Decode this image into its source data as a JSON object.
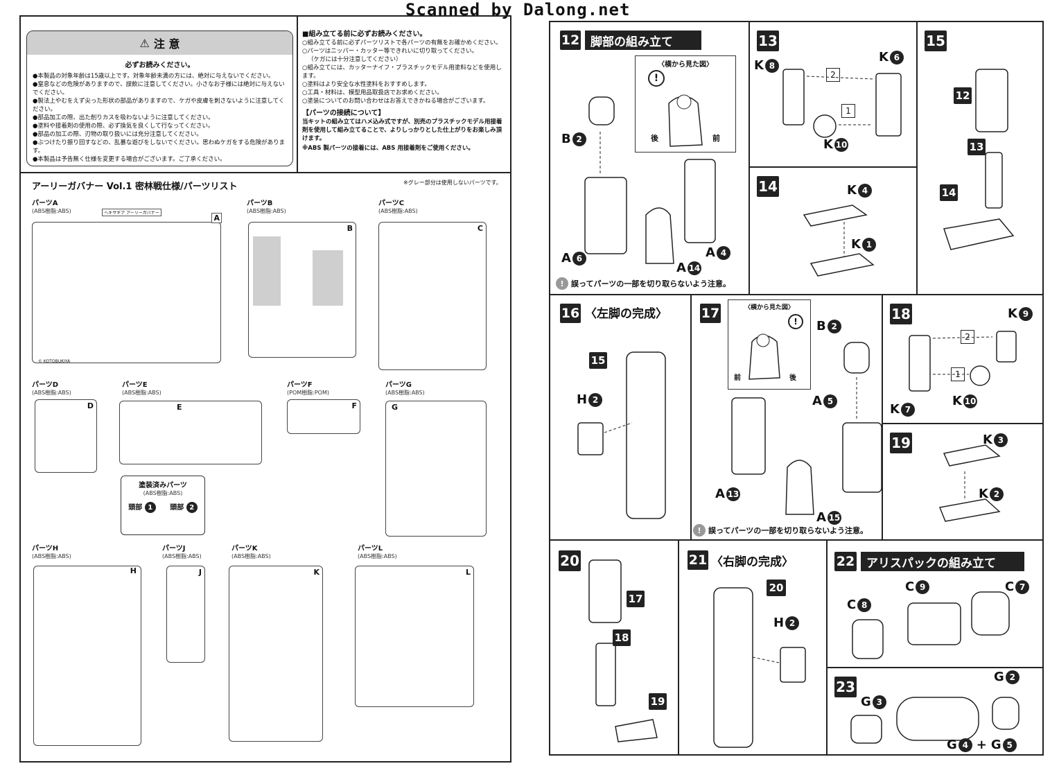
{
  "watermark": "Scanned by Dalong.net",
  "caution": {
    "header": "注 意",
    "subheader": "必ずお読みください。",
    "items": [
      "●本製品の対象年齢は15歳以上です。対象年齢未満の方には、絶対に与えないでください。",
      "●窒息などの危険がありますので、誤飲に注意してください。小さなお子様には絶対に与えないでください。",
      "●製法上やむをえず尖った形状の部品がありますので、ケガや皮膚を刺さないように注意してください。",
      "●部品加工の際、出た削りカスを吸わないように注意してください。",
      "●塗料や接着剤の使用の際、必ず換気を良くして行なってください。",
      "●部品の加工の際、刃物の取り扱いには充分注意してください。",
      "●ぶつけたり振り回すなどの、乱暴な遊びをしないでください。思わぬケガをする危険があります。",
      "●本製品は予告無く仕様を変更する場合がございます。ご了承ください。"
    ]
  },
  "before": {
    "title": "■組み立てる前に必ずお読みください。",
    "items": [
      "○組み立てる前に必ずパーツリストで各パーツの有無をお確かめください。",
      "○パーツはニッパー・カッター等できれいに切り取ってください。",
      "（ケガには十分注意してください）",
      "○組み立てには、カッターナイフ・プラスチックモデル用塗料などを使用します。",
      "○塗料はより安全な水性塗料をおすすめします。",
      "○工具・材料は、模型用品取扱店でお求めください。",
      "○塗装についてのお問い合わせはお答えできかねる場合がございます。"
    ],
    "connect_title": "【パーツの接続について】",
    "connect_body": "当キットの組み立てはハメ込み式ですが、別売のプラスチックモデル用接着剤を使用して組み立てることで、よりしっかりとした仕上がりをお楽しみ頂けます。",
    "abs_note": "※ABS 製パーツの接着には、ABS 用接着剤をご使用ください。"
  },
  "partslist": {
    "title": "アーリーガバナー Vol.1 密林戦仕様/パーツリスト",
    "gray_note": "※グレー部分は使用しないパーツです。",
    "runners": [
      {
        "name": "パーツA",
        "mat": "(ABS樹脂:ABS)",
        "letter": "A"
      },
      {
        "name": "パーツB",
        "mat": "(ABS樹脂:ABS)",
        "letter": "B"
      },
      {
        "name": "パーツC",
        "mat": "(ABS樹脂:ABS)",
        "letter": "C"
      },
      {
        "name": "パーツD",
        "mat": "(ABS樹脂:ABS)",
        "letter": "D"
      },
      {
        "name": "パーツE",
        "mat": "(ABS樹脂:ABS)",
        "letter": "E"
      },
      {
        "name": "パーツF",
        "mat": "(POM樹脂:POM)",
        "letter": "F"
      },
      {
        "name": "パーツG",
        "mat": "(ABS樹脂:ABS)",
        "letter": "G"
      },
      {
        "name": "パーツH",
        "mat": "(ABS樹脂:ABS)",
        "letter": "H"
      },
      {
        "name": "パーツJ",
        "mat": "(ABS樹脂:ABS)",
        "letter": "J"
      },
      {
        "name": "パーツK",
        "mat": "(ABS樹脂:ABS)",
        "letter": "K"
      },
      {
        "name": "パーツL",
        "mat": "(ABS樹脂:ABS)",
        "letter": "L"
      }
    ],
    "runner_a_tag": "ヘキサギア アーリーガバナー",
    "painted": {
      "title": "塗装済みパーツ",
      "mat": "(ABS樹脂:ABS)",
      "head1": "頭部",
      "head2": "頭部"
    },
    "copyright": "© KOTOBUKIYA"
  },
  "steps": {
    "s12": {
      "num": "12",
      "title": "脚部の組み立て",
      "side_view": "〈横から見た図〉",
      "back": "後",
      "front": "前",
      "warn": "誤ってパーツの一部を切り取らないよう注意。"
    },
    "s13": {
      "num": "13"
    },
    "s14": {
      "num": "14"
    },
    "s15": {
      "num": "15"
    },
    "s16": {
      "num": "16",
      "title": "〈左脚の完成〉"
    },
    "s17": {
      "num": "17",
      "side_view": "〈横から見た図〉",
      "back": "後",
      "front": "前",
      "warn": "誤ってパーツの一部を切り取らないよう注意。"
    },
    "s18": {
      "num": "18"
    },
    "s19": {
      "num": "19"
    },
    "s20": {
      "num": "20"
    },
    "s21": {
      "num": "21",
      "title": "〈右脚の完成〉"
    },
    "s22": {
      "num": "22",
      "title": "アリスパックの組み立て"
    },
    "s23": {
      "num": "23"
    }
  },
  "labels": {
    "B2": "B",
    "A6": "A",
    "A14": "A",
    "A4": "A",
    "K8": "K",
    "K6": "K",
    "K10": "K",
    "K4": "K",
    "K1": "K",
    "B2b": "B",
    "A5": "A",
    "A13": "A",
    "A15": "A",
    "K9": "K",
    "K7": "K",
    "K10b": "K",
    "K3": "K",
    "K2": "K",
    "H2": "H",
    "H2b": "H",
    "C8": "C",
    "C9": "C",
    "C7": "C",
    "G2": "G",
    "G3": "G",
    "G4": "G",
    "G5": "G",
    "plus": "+",
    "arrow1": "1",
    "arrow2": "2"
  }
}
